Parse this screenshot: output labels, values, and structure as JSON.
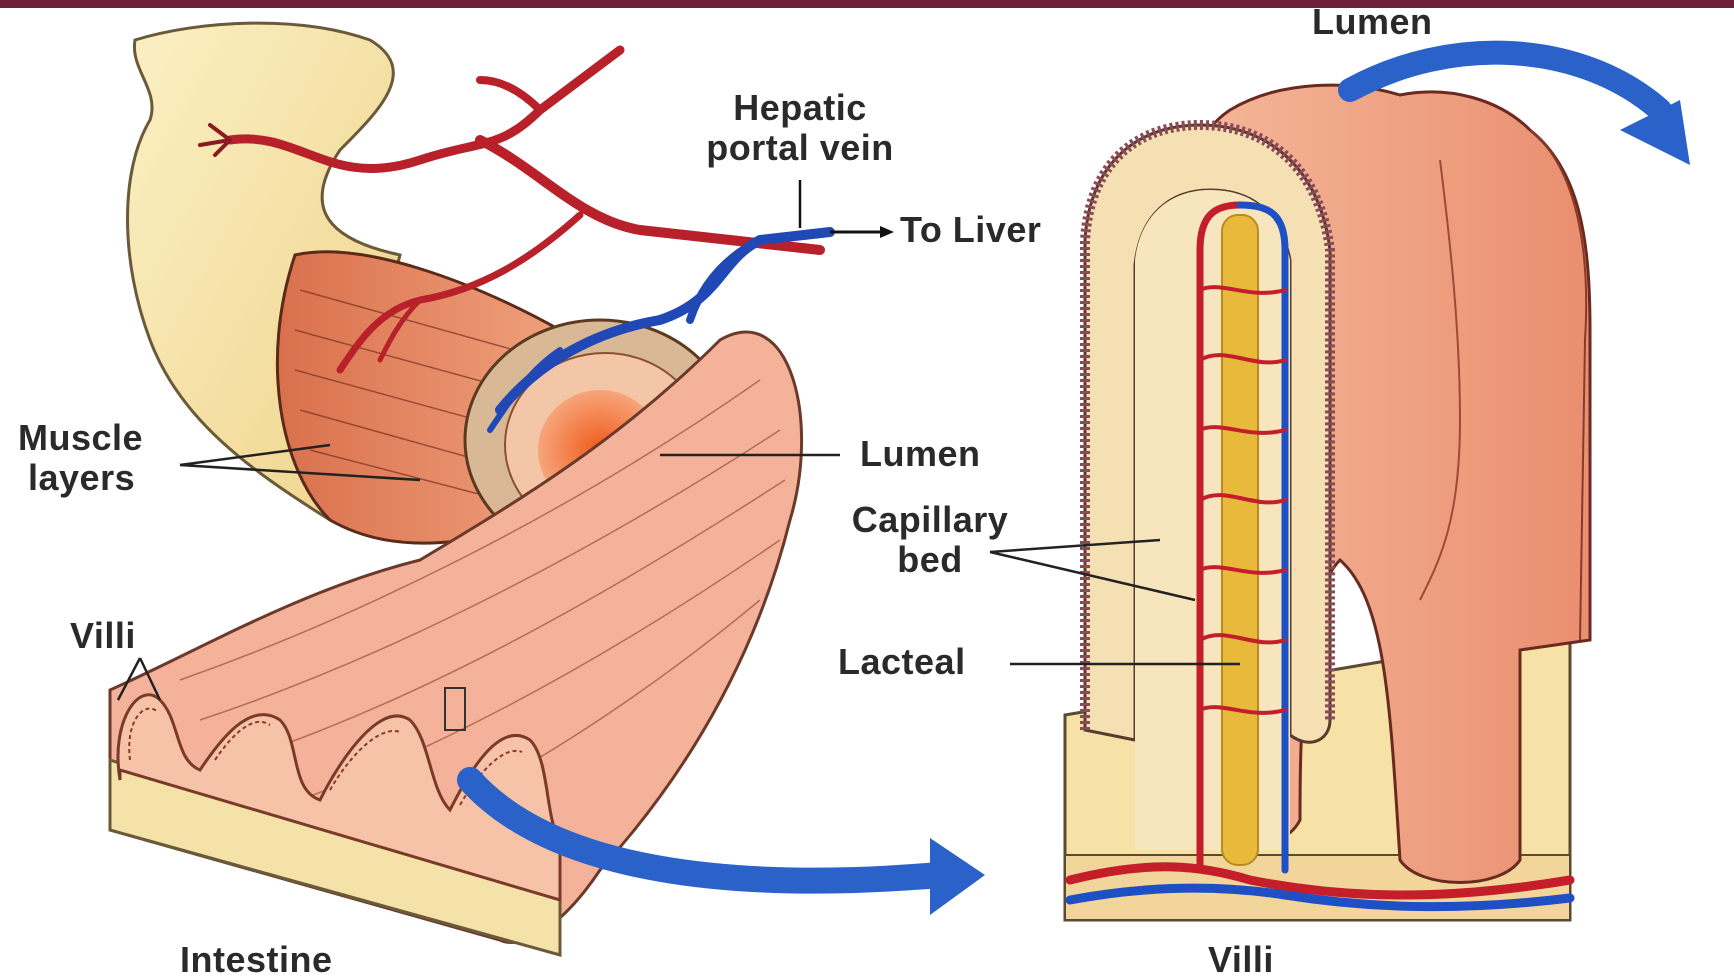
{
  "labels": {
    "lumen_top": "Lumen",
    "hepatic_line1": "Hepatic",
    "hepatic_line2": "portal vein",
    "to_liver": "To Liver",
    "muscle_line1": "Muscle",
    "muscle_line2": "layers",
    "lumen_mid": "Lumen",
    "capillary_line1": "Capillary",
    "capillary_line2": "bed",
    "lacteal": "Lacteal",
    "villi_left": "Villi",
    "intestine": "Intestine",
    "villi_bottom": "Villi"
  },
  "colors": {
    "frame_bar": "#6e1f3c",
    "arrow_blue": "#2a62c9",
    "artery_red": "#c41e2a",
    "vein_blue": "#1f4fc4",
    "lacteal_yellow": "#e8b93a",
    "tissue_pink": "#eaa88a",
    "outer_cream": "#f6e3a6"
  }
}
